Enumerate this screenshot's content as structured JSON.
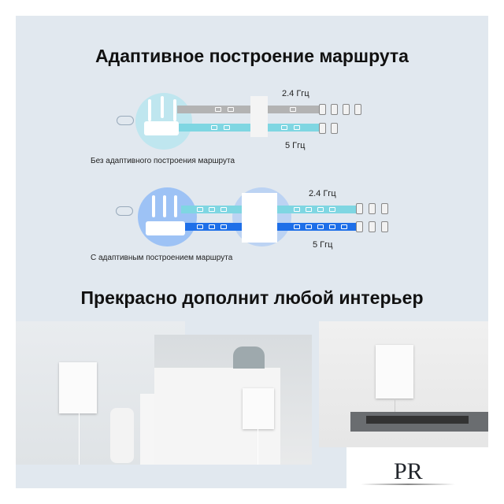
{
  "heading_top": "Адаптивное построение маршрута",
  "diagram_without": {
    "band_24": "2.4 Ггц",
    "band_5": "5 Ггц",
    "caption": "Без адаптивного построения маршрута"
  },
  "diagram_with": {
    "band_24": "2.4 Ггц",
    "band_5": "5 Ггц",
    "caption": "С адаптивным построением маршрута"
  },
  "heading_bottom": "Прекрасно дополнит любой интерьер",
  "logo": "PR",
  "colors": {
    "background": "#e1e8ef",
    "band_24_gray": "#b3b3b3",
    "band_cyan": "#7fd6e2",
    "band_blue": "#1e6fe8"
  }
}
